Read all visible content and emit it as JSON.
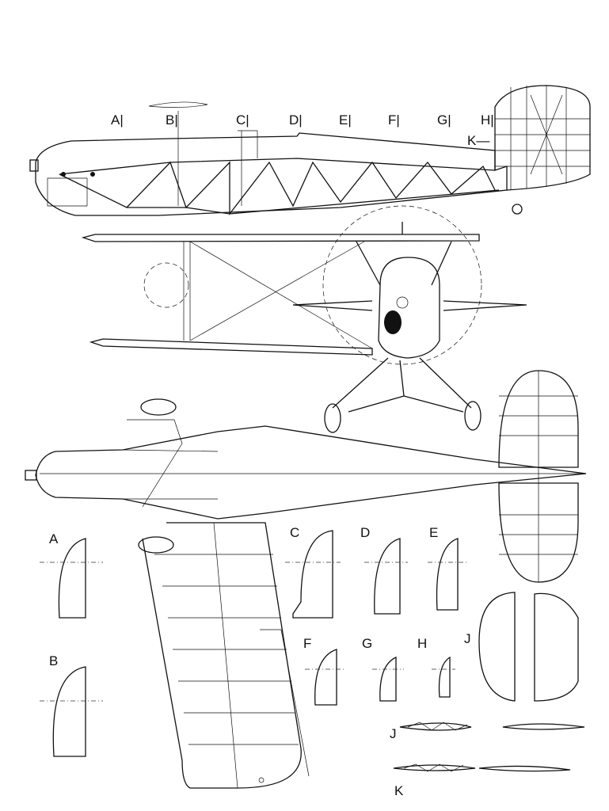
{
  "station_labels": [
    "A|",
    "B|",
    "C|",
    "D|",
    "E|",
    "F|",
    "G|",
    "H|",
    "K—"
  ],
  "section_labels": {
    "a": "A",
    "b": "B",
    "c": "C",
    "d": "D",
    "e": "E",
    "f": "F",
    "g": "G",
    "h": "H",
    "j_tail": "J",
    "j_rib": "J",
    "k_rib": "K"
  }
}
